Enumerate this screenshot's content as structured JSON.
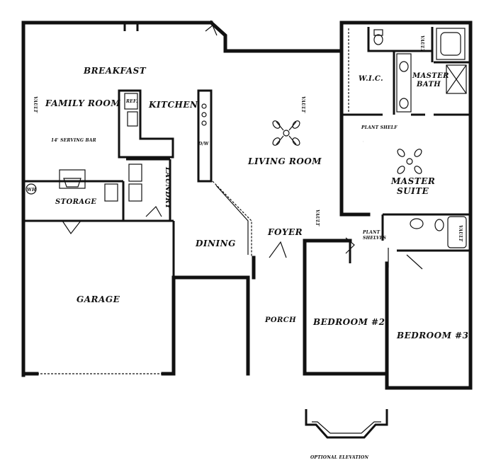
{
  "rooms": {
    "breakfast": "BREAKFAST",
    "family_room": "FAMILY ROOM",
    "kitchen": "KITCHEN",
    "living_room": "LIVING ROOM",
    "master_suite_line1": "MASTER",
    "master_suite_line2": "SUITE",
    "master_bath_line1": "MASTER",
    "master_bath_line2": "BATH",
    "wic": "W.I.C.",
    "storage": "STORAGE",
    "laundry": "LAUNDRY",
    "dining": "DINING",
    "foyer": "FOYER",
    "garage": "GARAGE",
    "porch": "PORCH",
    "bedroom2": "BEDROOM #2",
    "bedroom3": "BEDROOM #3"
  },
  "notes": {
    "vault": "VAULT",
    "plant_shelf": "PLANT SHELF",
    "plant_shelves_line1": "PLANT",
    "plant_shelves_line2": "SHELVES",
    "serving_bar": "14' SERVING BAR",
    "ref": "REF.",
    "wh": "WH",
    "dw": "D/W",
    "optional_elevation": "OPTIONAL ELEVATION"
  }
}
